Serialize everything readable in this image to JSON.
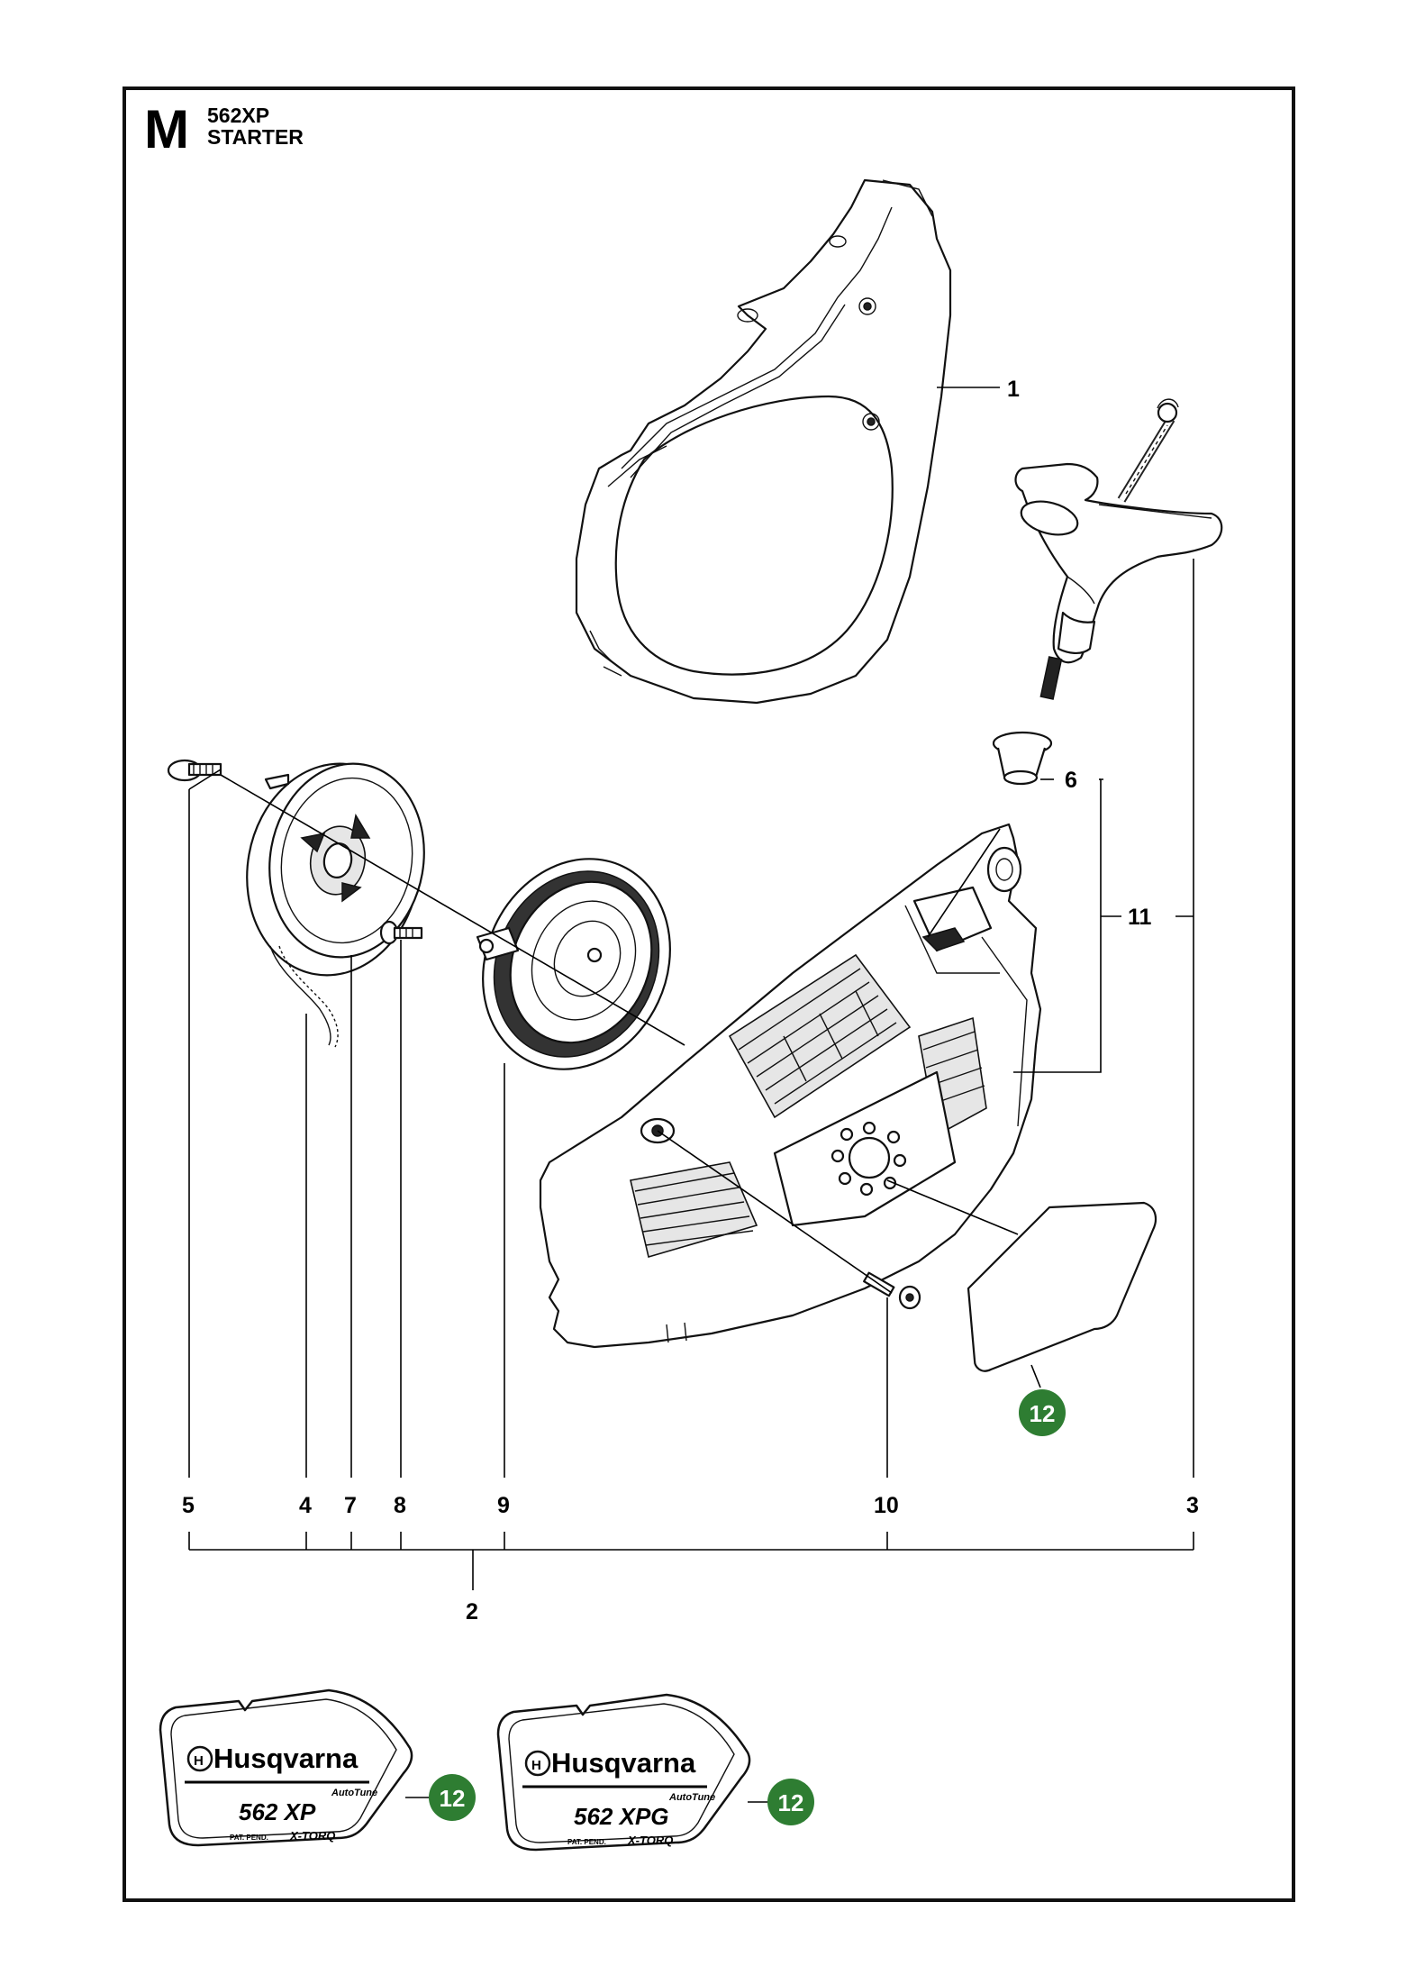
{
  "header": {
    "section_letter": "M",
    "model": "562XP",
    "title": "STARTER"
  },
  "part_labels": {
    "p1": "1",
    "p2": "2",
    "p3": "3",
    "p4": "4",
    "p5": "5",
    "p6": "6",
    "p7": "7",
    "p8": "8",
    "p9": "9",
    "p10": "10",
    "p11": "11"
  },
  "decal_callout": "12",
  "decals": [
    {
      "brand": "Husqvarna",
      "sub": "AutoTune",
      "model": "562 XP",
      "patent": "PAT. PEND.",
      "tech": "X-TORQ"
    },
    {
      "brand": "Husqvarna",
      "sub": "AutoTune",
      "model": "562 XPG",
      "patent": "PAT. PEND.",
      "tech": "X-TORQ"
    }
  ],
  "colors": {
    "callout_fill": "#2e7d32",
    "line": "#000000"
  }
}
